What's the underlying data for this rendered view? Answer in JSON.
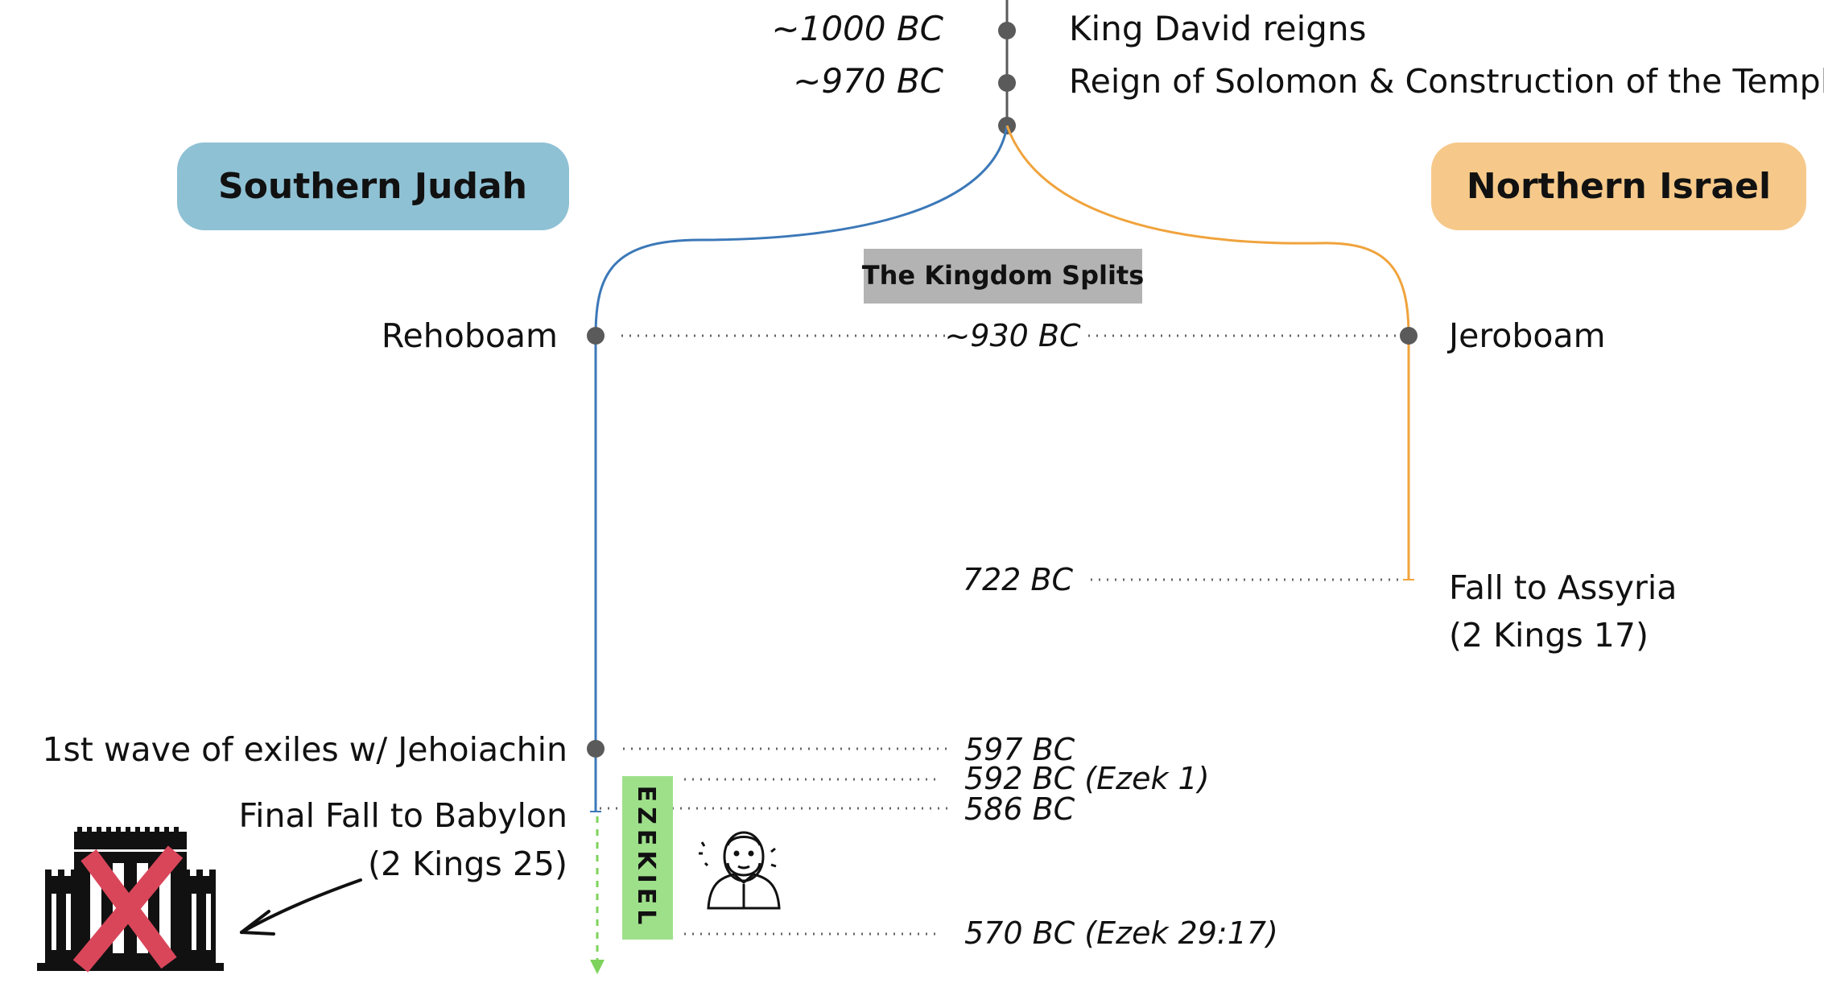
{
  "top_events": [
    {
      "date": "~1000 BC",
      "label": "King David reigns"
    },
    {
      "date": "~970 BC",
      "label": "Reign of Solomon & Construction of the Temple"
    }
  ],
  "kingdoms": {
    "south": {
      "name": "Southern Judah",
      "color": "#8fc1d4",
      "line_color": "#3b78b8"
    },
    "north": {
      "name": "Northern Israel",
      "color": "#f6c98a",
      "line_color": "#f0a33c"
    }
  },
  "split": {
    "label": "The Kingdom Splits",
    "date": "~930 BC",
    "south_king": "Rehoboam",
    "north_king": "Jeroboam"
  },
  "north_fall": {
    "date": "722 BC",
    "label_line1": "Fall to Assyria",
    "label_line2": "(2 Kings 17)"
  },
  "south_events": {
    "exile": {
      "date": "597 BC",
      "label": "1st wave of exiles w/ Jehoiachin"
    },
    "ezek1": {
      "date": "592 BC (Ezek 1)"
    },
    "fall": {
      "date": "586 BC",
      "label_line1": "Final Fall to Babylon",
      "label_line2": "(2 Kings 25)"
    },
    "ezek29": {
      "date": "570 BC (Ezek 29:17)"
    }
  },
  "ezekiel": {
    "label": "EZEKIEL",
    "color": "#9ee08a"
  },
  "icons": {
    "temple": "destroyed-temple-icon",
    "prophet": "prophet-ezekiel-icon",
    "arrow": "pointer-arrow-icon"
  },
  "colors": {
    "node": "#5a5a5a",
    "trunk": "#5a5a5a",
    "split_box": "#b3b3b3",
    "cross": "#d9465a",
    "dashed_arrow": "#7ed35c"
  }
}
